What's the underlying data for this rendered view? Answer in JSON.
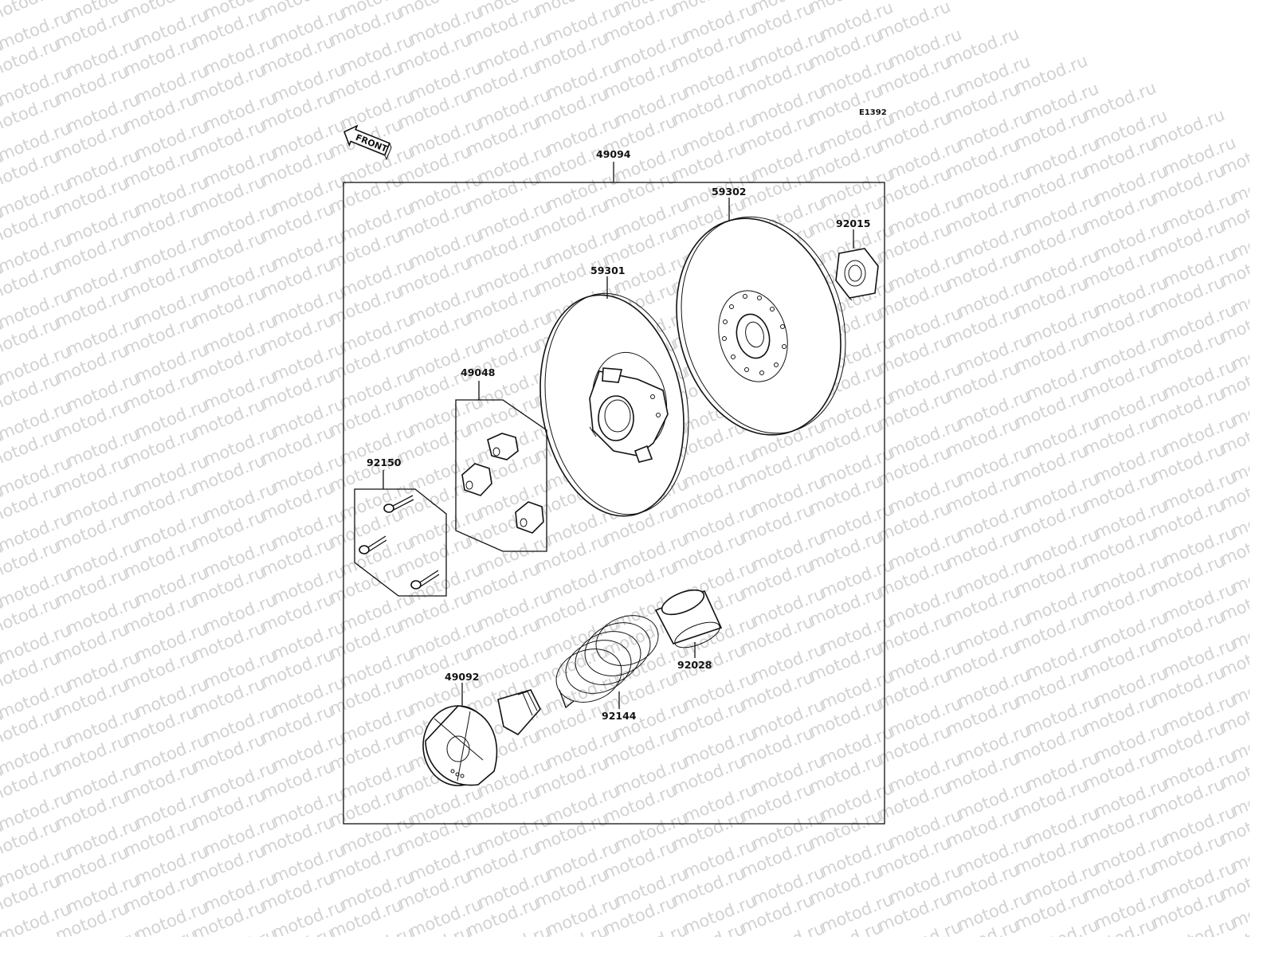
{
  "diagram": {
    "reference_code": "E1392",
    "direction_marker": "FRONT",
    "assembly_label": "49094",
    "watermark_text": "motod.ru",
    "parts": [
      {
        "id": "59302"
      },
      {
        "id": "92015"
      },
      {
        "id": "59301"
      },
      {
        "id": "49048"
      },
      {
        "id": "92150"
      },
      {
        "id": "92028"
      },
      {
        "id": "49092"
      },
      {
        "id": "92144"
      }
    ]
  }
}
